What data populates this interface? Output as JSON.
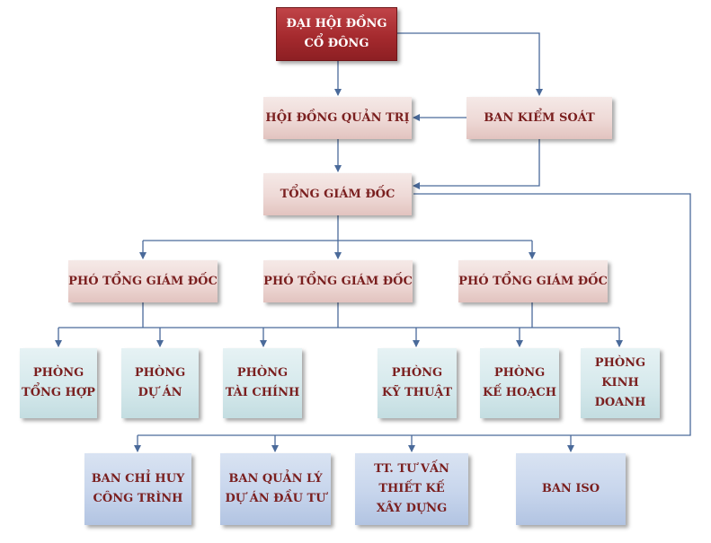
{
  "nodes": {
    "shareholders": "ĐẠI HỘI ĐỒNG\nCỔ ĐÔNG",
    "board": "HỘI ĐỒNG QUẢN TRỊ",
    "supervisory": "BAN KIỂM SOÁT",
    "ceo": "TỔNG GIÁM ĐỐC",
    "deputy_1": "PHÓ TỔNG GIÁM ĐỐC",
    "deputy_2": "PHÓ TỔNG GIÁM ĐỐC",
    "deputy_3": "PHÓ TỔNG GIÁM ĐỐC",
    "dept_general": "PHÒNG\nTỔNG HỢP",
    "dept_project": "PHÒNG\nDỰ ÁN",
    "dept_finance": "PHÒNG\nTÀI CHÍNH",
    "dept_technical": "PHÒNG\nKỸ THUẬT",
    "dept_planning": "PHÒNG\nKẾ HOẠCH",
    "dept_business": "PHÒNG\nKINH\nDOANH",
    "site_command": "BAN CHỈ HUY\nCÔNG TRÌNH",
    "investment_mgmt": "BAN QUẢN LÝ\nDỰ ÁN ĐẦU TƯ",
    "construction_consult": "TT. TƯ VẤN\nTHIẾT KẾ\nXÂY DỰNG",
    "iso": "BAN ISO"
  },
  "colors": {
    "line": "#4a6a9a",
    "top_fill": "#a52a2e",
    "management_fill": "#eed9d6",
    "department_fill": "#d6e9ec",
    "unit_fill": "#c7d5ec",
    "text": "#7a1f1f"
  }
}
